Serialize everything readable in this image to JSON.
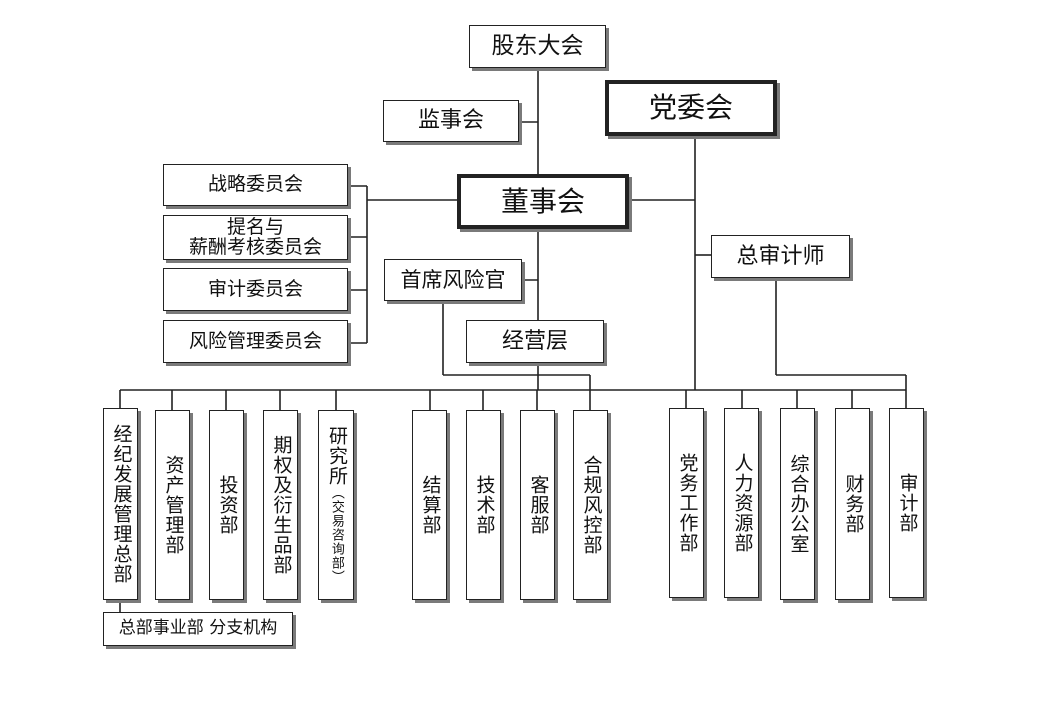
{
  "nodes": {
    "shareholders": "股东大会",
    "supervisors": "监事会",
    "party": "党委会",
    "board": "董事会",
    "strategy": "战略委员会",
    "nomination": "提名与\n薪酬考核委员会",
    "audit_committee": "审计委员会",
    "risk_committee": "风险管理委员会",
    "cro": "首席风险官",
    "chief_auditor": "总审计师",
    "management": "经营层",
    "brokerage": "经纪发展管理总部",
    "asset_mgmt": "资产管理部",
    "investment": "投资部",
    "derivatives": "期权及衍生品部",
    "research": "研究所",
    "research_sub": "（交易咨询部）",
    "settlement": "结算部",
    "technology": "技术部",
    "customer": "客服部",
    "compliance": "合规风控部",
    "party_work": "党务工作部",
    "hr": "人力资源部",
    "general_office": "综合办公室",
    "finance": "财务部",
    "audit_dept": "审计部",
    "branches": "总部事业部 分支机构"
  }
}
